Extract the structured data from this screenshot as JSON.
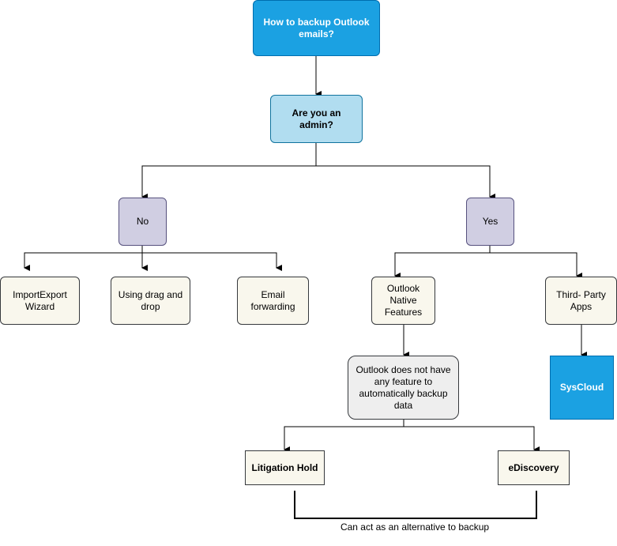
{
  "colors": {
    "root_fill": "#1ba1e2",
    "root_border": "#006eaf",
    "question_fill": "#b1ddf0",
    "question_border": "#10739e",
    "branch_fill": "#d0cee2",
    "branch_border": "#56517e",
    "leaf_fill": "#f9f7ed",
    "leaf_border": "#36393d",
    "note_fill": "#eeeeee",
    "sys_fill": "#1ba1e2",
    "line": "#000000"
  },
  "nodes": {
    "root": "How to backup Outlook emails?",
    "question": "Are you an admin?",
    "no": "No",
    "yes": "Yes",
    "import_export": "ImportExport Wizard",
    "drag_drop": "Using drag and drop",
    "email_forwarding": "Email forwarding",
    "outlook_native": "Outlook Native Features",
    "third_party": "Third- Party Apps",
    "no_feature": "Outlook does not have any feature to automatically backup data",
    "syscloud": "SysCloud",
    "litigation_hold": "Litigation Hold",
    "ediscovery": "eDiscovery"
  },
  "edge_label": "Can act as an alternative to backup"
}
